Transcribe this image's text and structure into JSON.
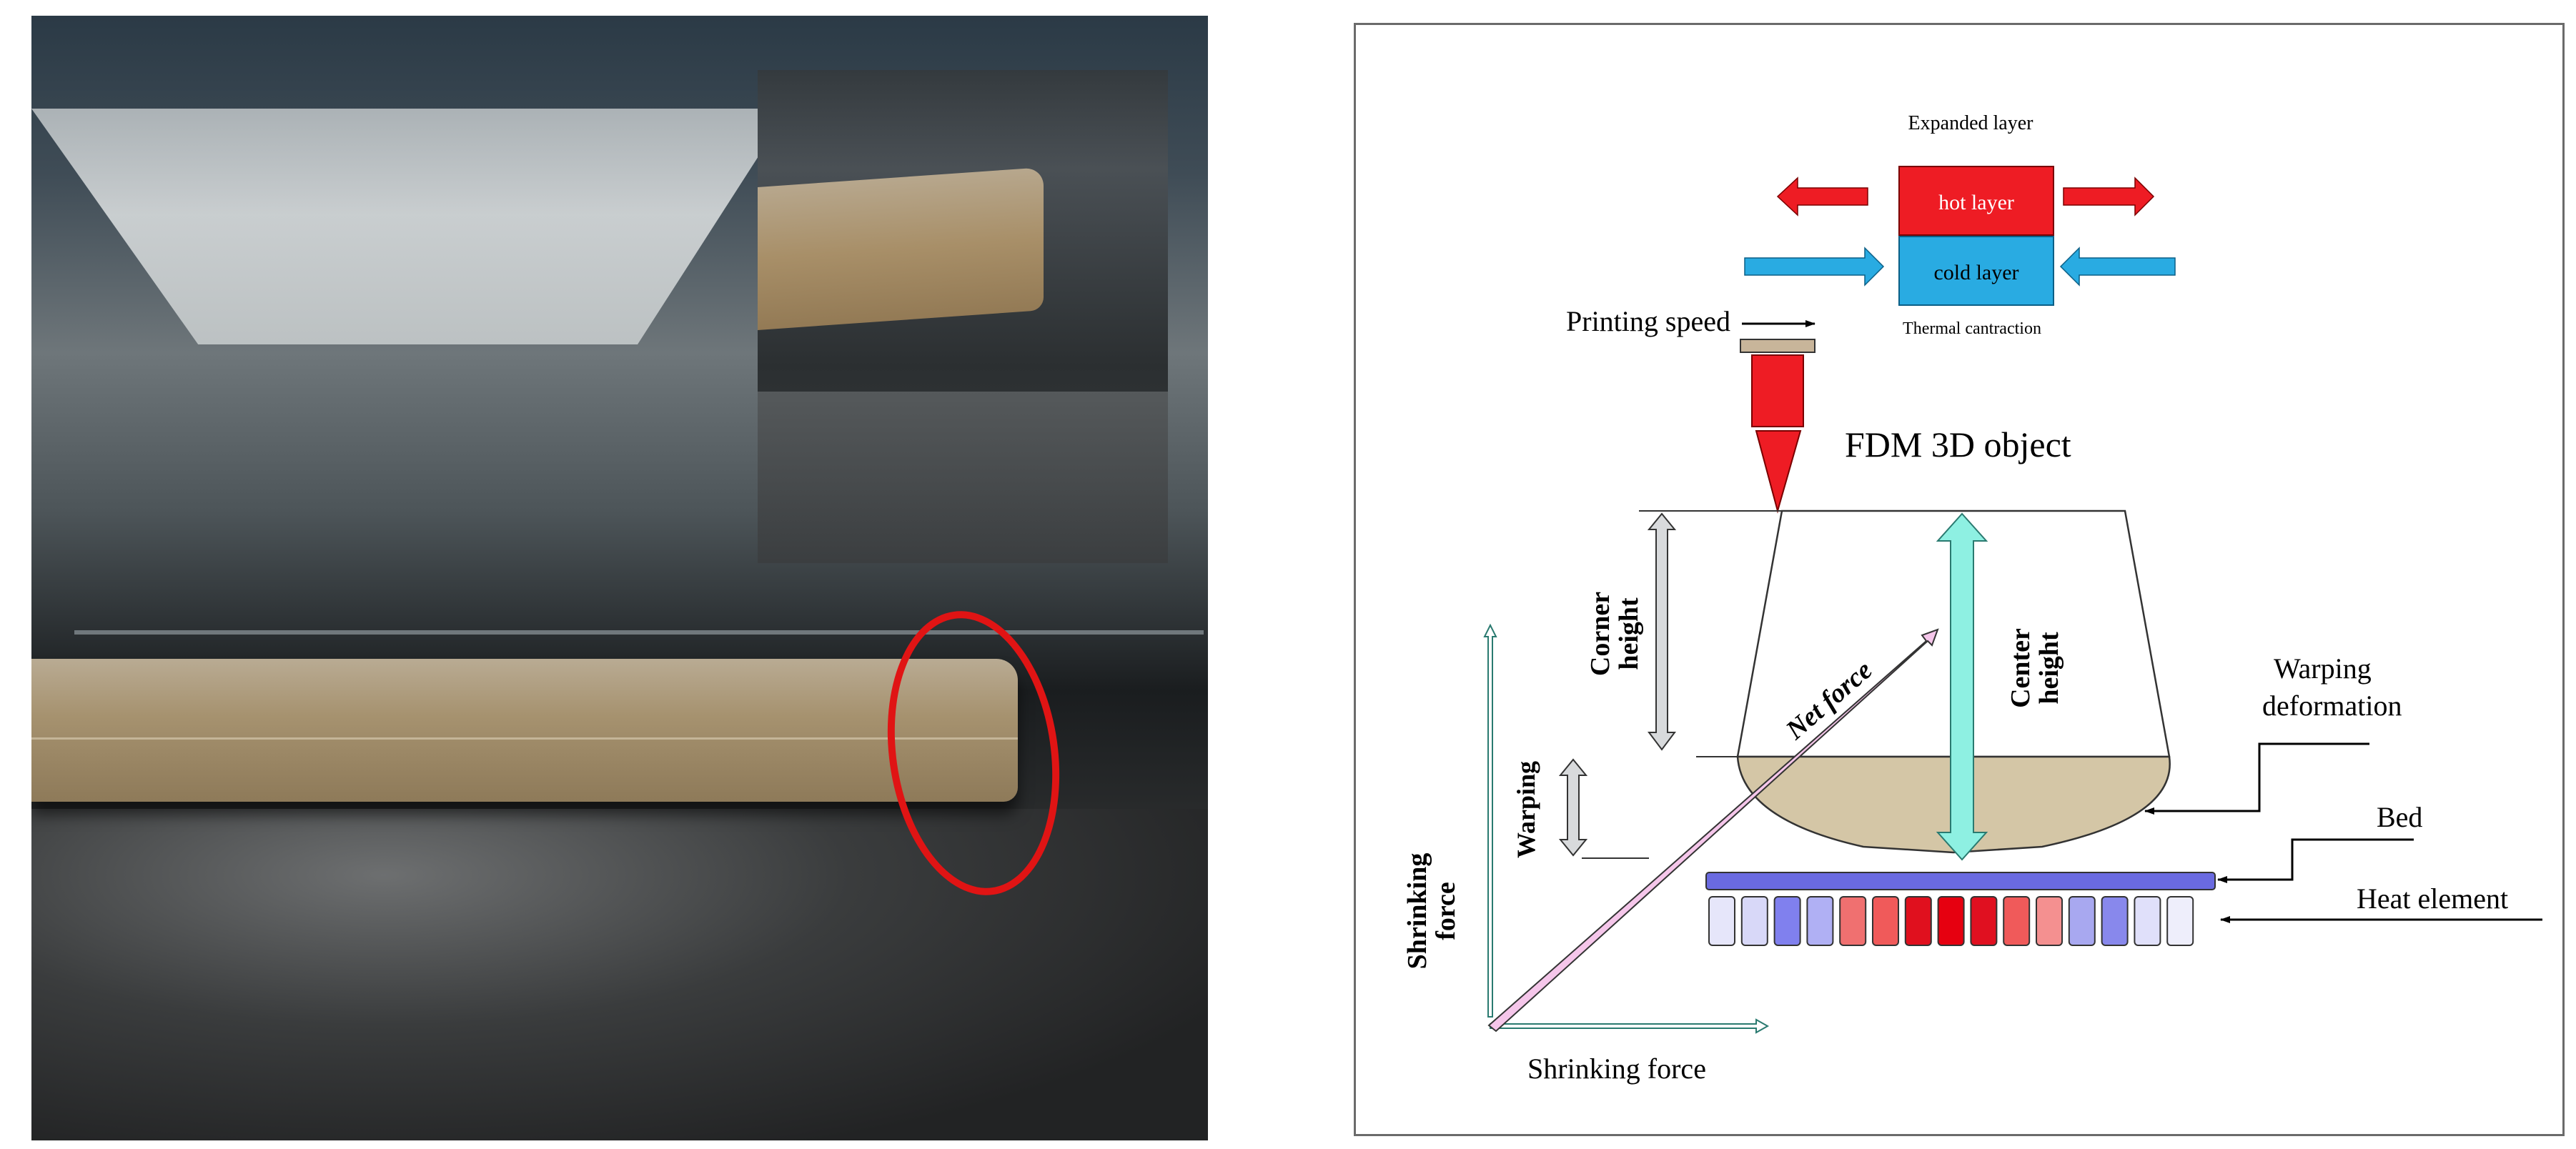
{
  "photo": {
    "highlight_color": "#e01414"
  },
  "diagram": {
    "labels": {
      "expanded_layer": "Expanded layer",
      "hot_layer": "hot layer",
      "cold_layer": "cold layer",
      "thermal_contraction": "Thermal cantraction",
      "printing_speed": "Printing speed",
      "fdm_object": "FDM 3D object",
      "corner_height_1": "Corner",
      "corner_height_2": "height",
      "center_height_1": "Center",
      "center_height_2": "height",
      "net_force": "Net force",
      "warping": "Warping",
      "warping_deformation_1": "Warping",
      "warping_deformation_2": "deformation",
      "bed": "Bed",
      "heat_element": "Heat element",
      "shrinking_force_vertical_1": "Shrinking",
      "shrinking_force_vertical_2": "force",
      "shrinking_force_horizontal": "Shrinking force"
    },
    "colors": {
      "hot": "#ee1c24",
      "cold": "#29abe2",
      "bed": "#6a6ae0",
      "object_fill": "#d4c6a6",
      "center_arrow": "#8ef0e2",
      "net_force": "#f5c6ea",
      "height_arrow": "#d8dadc"
    },
    "heat_cells": [
      "#e6e6fa",
      "#d8d8f8",
      "#8080ee",
      "#b0b0f4",
      "#f07070",
      "#f05a5a",
      "#e0101e",
      "#e60010",
      "#e01020",
      "#f05a5a",
      "#f49090",
      "#a8a8f0",
      "#8888ec",
      "#e0e0fa",
      "#eeeefb"
    ]
  }
}
